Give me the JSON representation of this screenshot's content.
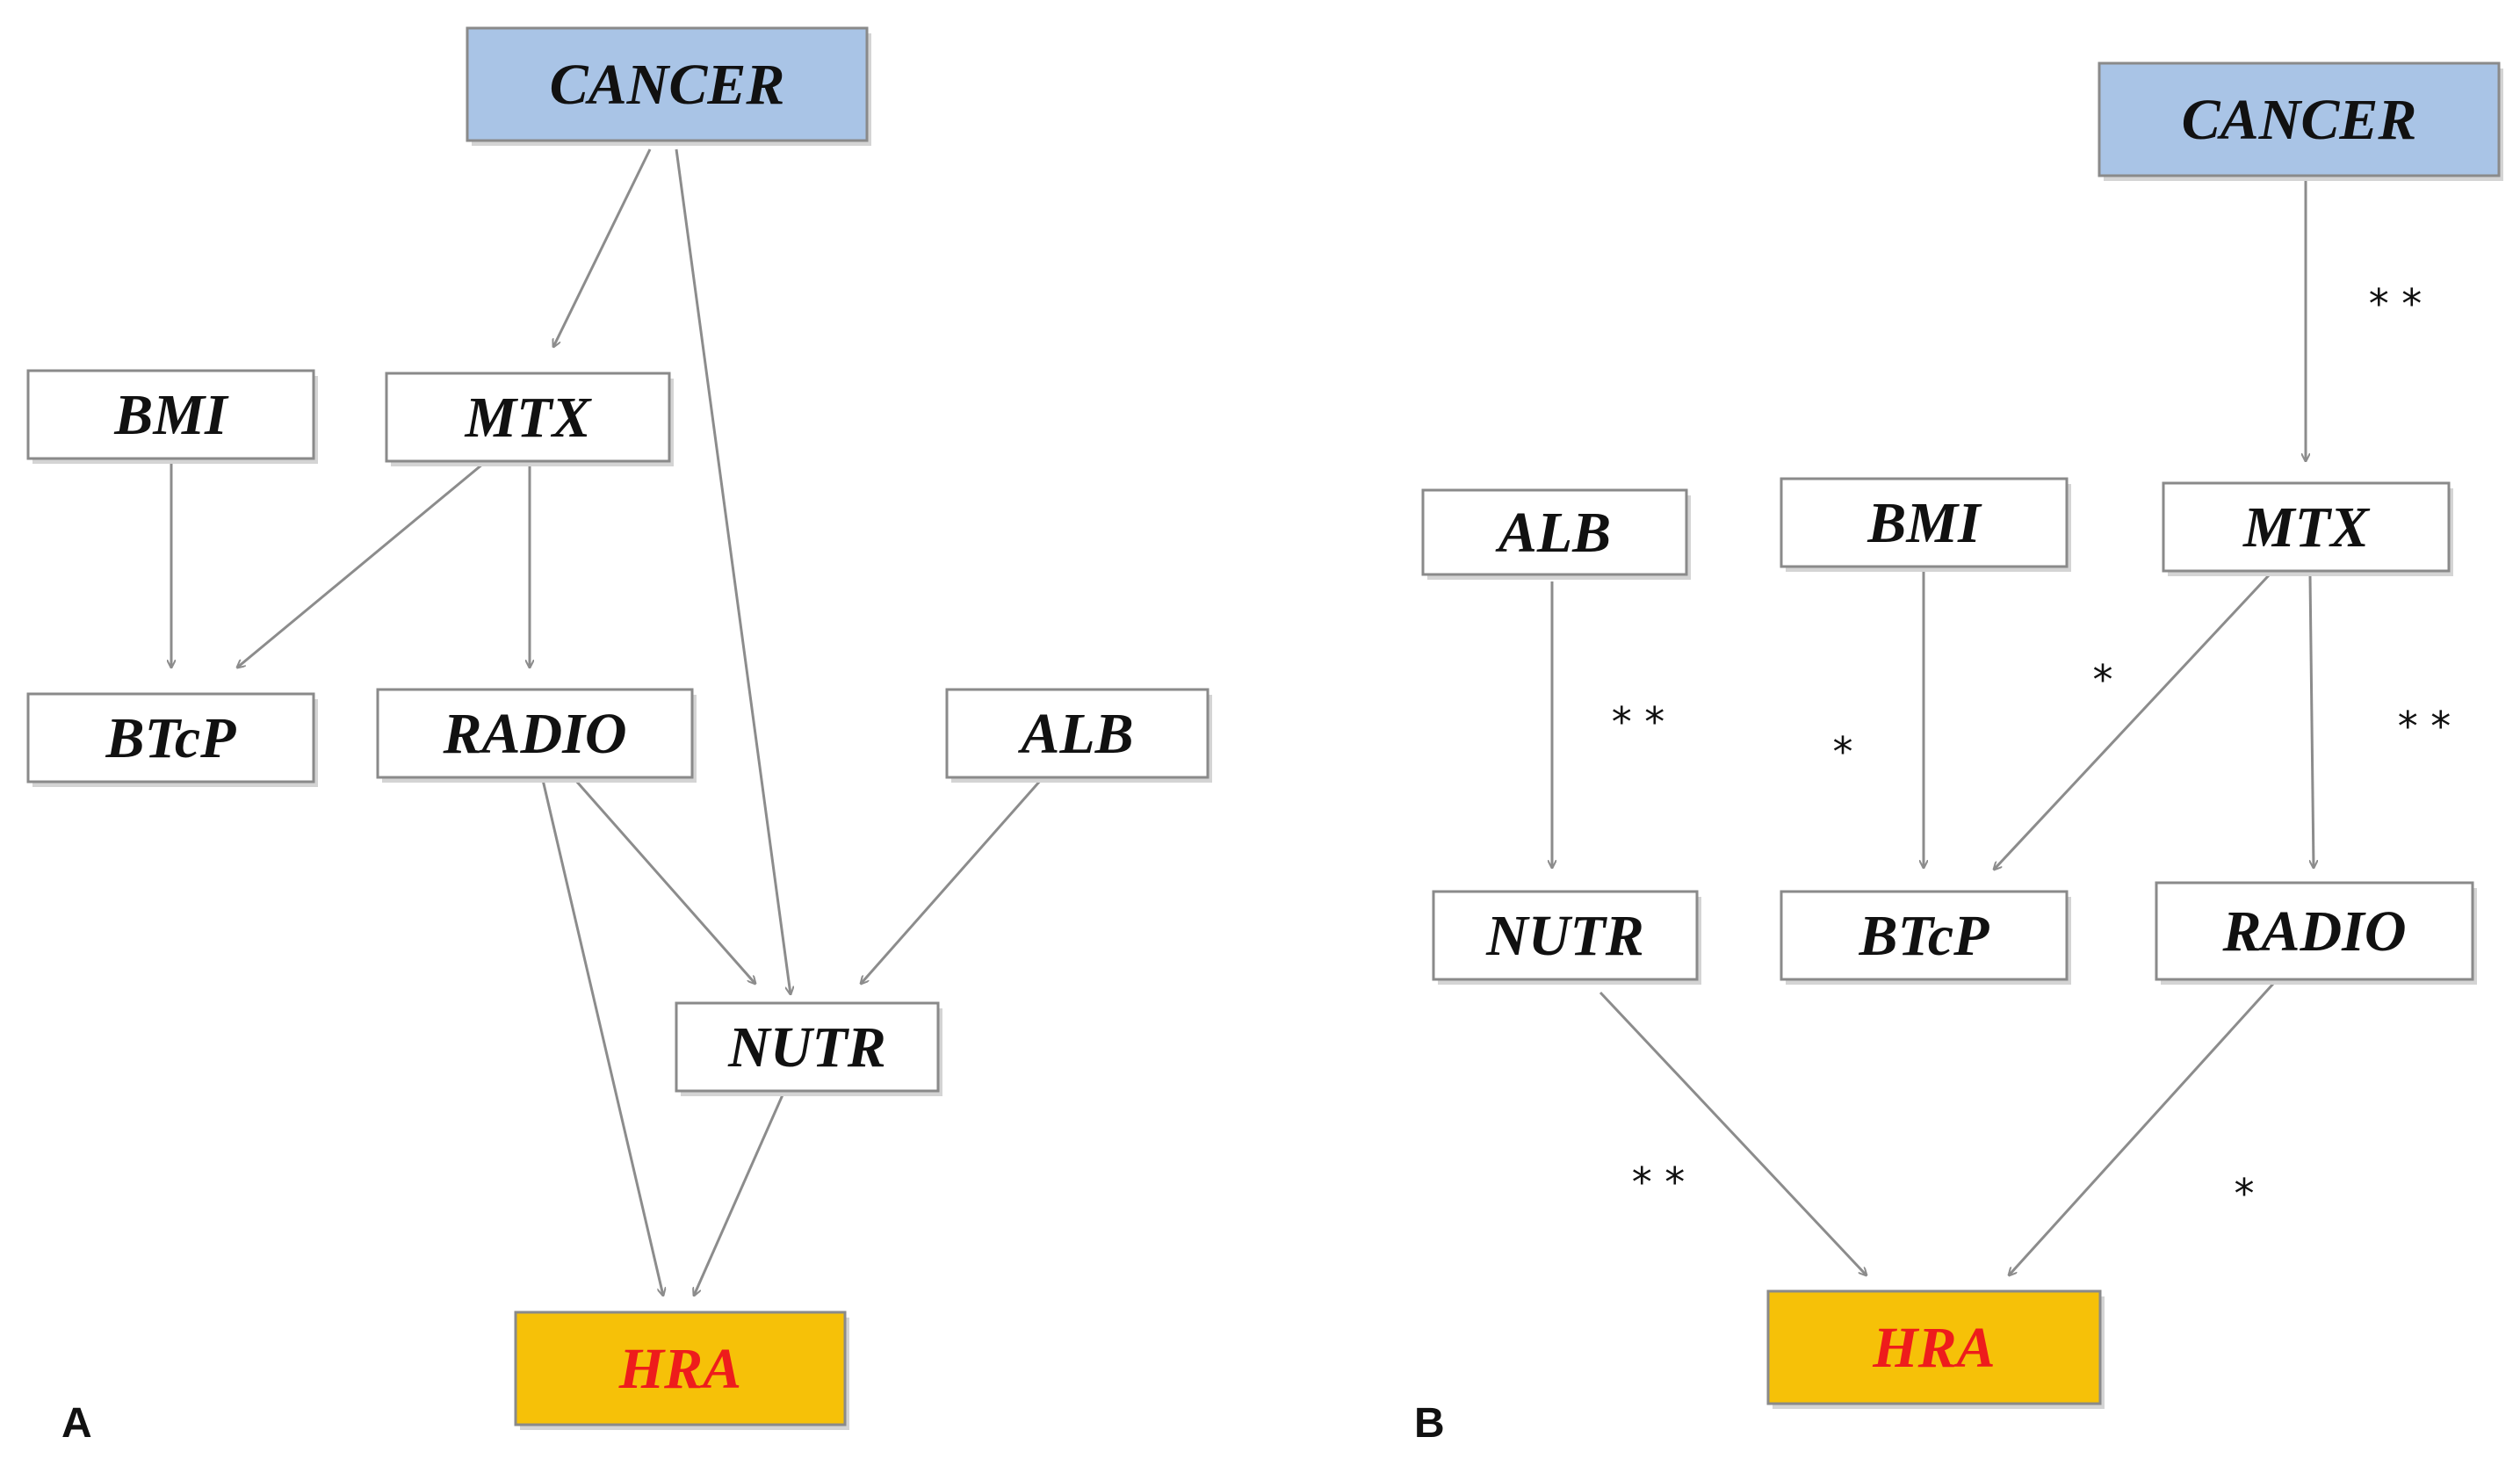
{
  "colors": {
    "box_border": "#8a8a8a",
    "box_fill": "#ffffff",
    "cancer_fill": "#a9c4e6",
    "hra_fill": "#f6c108",
    "hra_text": "#ee1c1c",
    "node_text": "#111111",
    "edge": "#8c8c8c"
  },
  "panels": [
    {
      "id": "A",
      "label": "A",
      "nodes": [
        {
          "id": "CANCER",
          "label": "CANCER",
          "kind": "cancer"
        },
        {
          "id": "BMI",
          "label": "BMI",
          "kind": "plain"
        },
        {
          "id": "MTX",
          "label": "MTX",
          "kind": "plain"
        },
        {
          "id": "BTcP",
          "label": "BTcP",
          "kind": "plain"
        },
        {
          "id": "RADIO",
          "label": "RADIO",
          "kind": "plain"
        },
        {
          "id": "ALB",
          "label": "ALB",
          "kind": "plain"
        },
        {
          "id": "NUTR",
          "label": "NUTR",
          "kind": "plain"
        },
        {
          "id": "HRA",
          "label": "HRA",
          "kind": "outcome"
        }
      ],
      "edges": [
        {
          "from": "CANCER",
          "to": "MTX",
          "mark": ""
        },
        {
          "from": "CANCER",
          "to": "NUTR",
          "mark": ""
        },
        {
          "from": "BMI",
          "to": "BTcP",
          "mark": ""
        },
        {
          "from": "MTX",
          "to": "BTcP",
          "mark": ""
        },
        {
          "from": "MTX",
          "to": "RADIO",
          "mark": ""
        },
        {
          "from": "RADIO",
          "to": "NUTR",
          "mark": ""
        },
        {
          "from": "ALB",
          "to": "NUTR",
          "mark": ""
        },
        {
          "from": "RADIO",
          "to": "HRA",
          "mark": ""
        },
        {
          "from": "NUTR",
          "to": "HRA",
          "mark": ""
        }
      ]
    },
    {
      "id": "B",
      "label": "B",
      "nodes": [
        {
          "id": "CANCER",
          "label": "CANCER",
          "kind": "cancer"
        },
        {
          "id": "ALB",
          "label": "ALB",
          "kind": "plain"
        },
        {
          "id": "BMI",
          "label": "BMI",
          "kind": "plain"
        },
        {
          "id": "MTX",
          "label": "MTX",
          "kind": "plain"
        },
        {
          "id": "NUTR",
          "label": "NUTR",
          "kind": "plain"
        },
        {
          "id": "BTcP",
          "label": "BTcP",
          "kind": "plain"
        },
        {
          "id": "RADIO",
          "label": "RADIO",
          "kind": "plain"
        },
        {
          "id": "HRA",
          "label": "HRA",
          "kind": "outcome"
        }
      ],
      "edges": [
        {
          "from": "CANCER",
          "to": "MTX",
          "mark": "**"
        },
        {
          "from": "ALB",
          "to": "NUTR",
          "mark": "**"
        },
        {
          "from": "BMI",
          "to": "BTcP",
          "mark": "*"
        },
        {
          "from": "MTX",
          "to": "BTcP",
          "mark": "*"
        },
        {
          "from": "MTX",
          "to": "RADIO",
          "mark": "**"
        },
        {
          "from": "NUTR",
          "to": "HRA",
          "mark": "**"
        },
        {
          "from": "RADIO",
          "to": "HRA",
          "mark": "*"
        }
      ]
    }
  ]
}
